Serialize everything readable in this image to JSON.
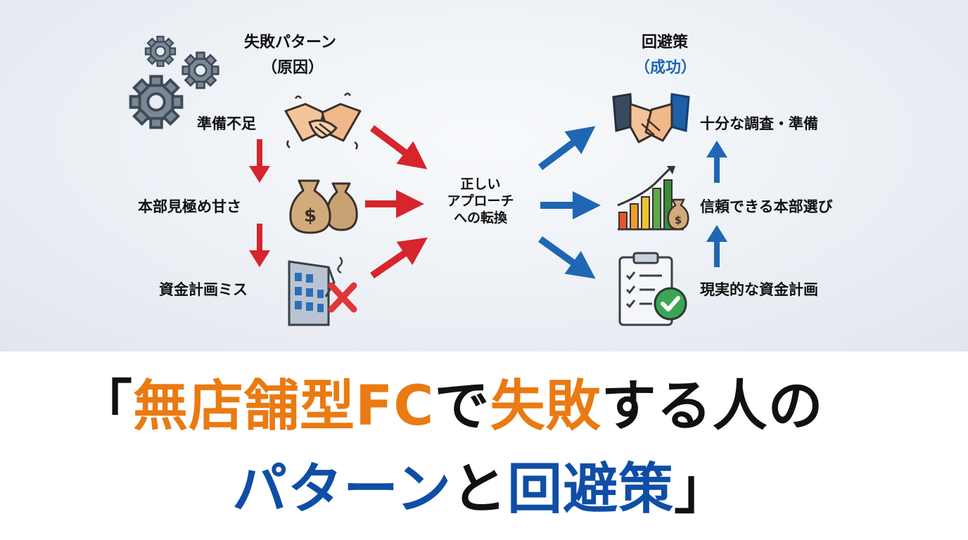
{
  "left_header": {
    "line1": "失敗パターン",
    "line2": "（原因）"
  },
  "right_header": {
    "line1": "回避策",
    "line2": "（成功）"
  },
  "causes": [
    "準備不足",
    "本部見極め甘さ",
    "資金計画ミス"
  ],
  "center": {
    "line1": "正しい",
    "line2": "アプローチ",
    "line3": "への転換"
  },
  "solutions": [
    "十分な調査・準備",
    "信頼できる本部選び",
    "現実的な資金計画"
  ],
  "title": {
    "open_bracket": "「",
    "part1": "無店舗型FC",
    "part2": "で",
    "part3": "失敗",
    "part4": "する人の",
    "part5": "パターン",
    "part6": "と",
    "part7": "回避策",
    "close_bracket": "」"
  },
  "colors": {
    "red_arrow": "#d6252c",
    "blue_arrow": "#1f67b3",
    "orange": "#ea7a12",
    "blue_text": "#0f4ea6",
    "blue_header": "#1f67b3"
  },
  "icons": [
    "gear-icon",
    "handshake-icon",
    "money-bag-icon",
    "damaged-building-icon",
    "growth-chart-icon",
    "checklist-icon"
  ]
}
